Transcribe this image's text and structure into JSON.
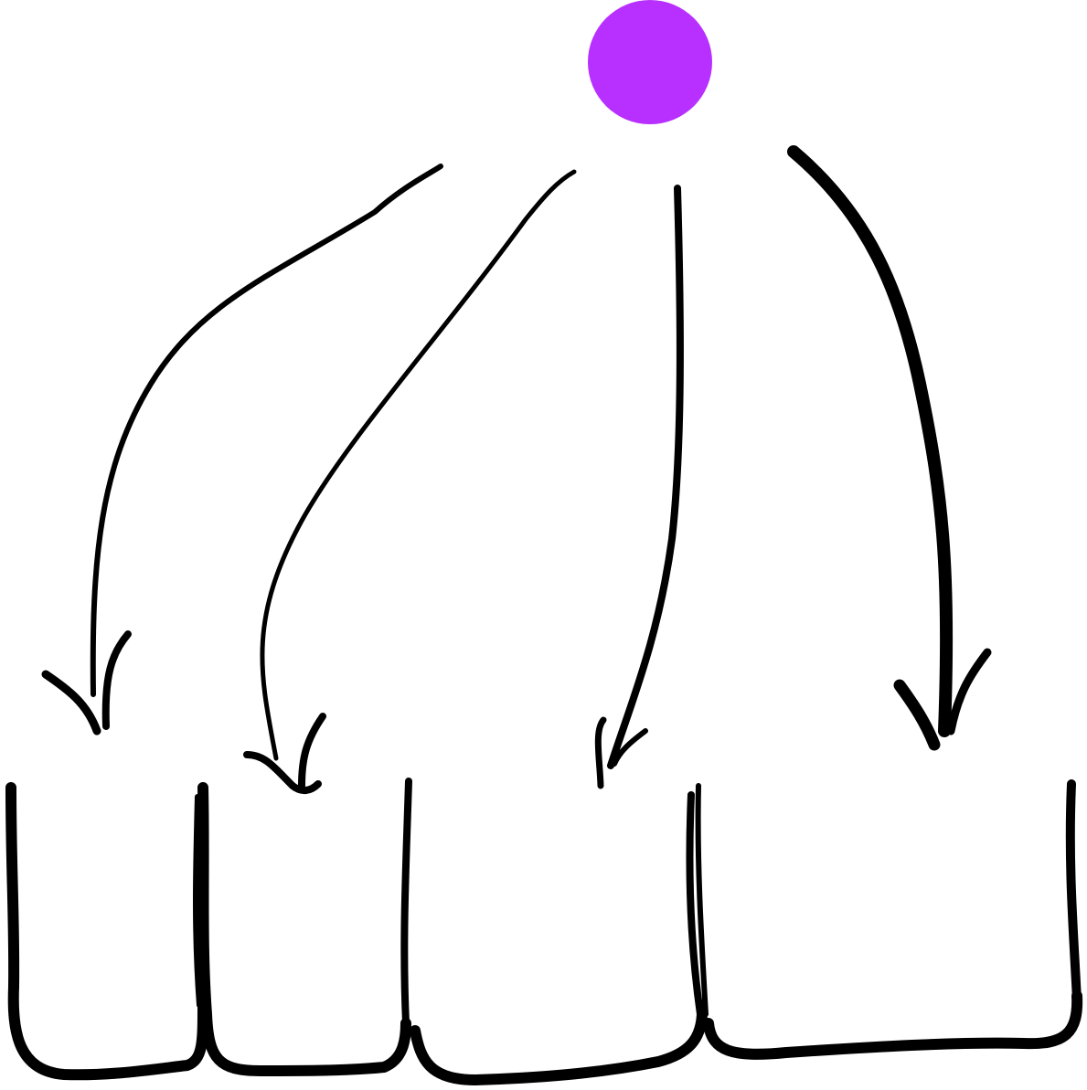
{
  "diagram": {
    "kind": "hand-drawn tree: one source node with four arrows pointing down to four adjacent container boxes",
    "colors": {
      "source_node": "#B830FF",
      "stroke": "#000000",
      "background": "#FFFFFF"
    },
    "source_node": {
      "shape": "circle",
      "label": ""
    },
    "arrows": [
      {
        "from": "source_node",
        "to": "box-1",
        "label": ""
      },
      {
        "from": "source_node",
        "to": "box-2",
        "label": ""
      },
      {
        "from": "source_node",
        "to": "box-3",
        "label": ""
      },
      {
        "from": "source_node",
        "to": "box-4",
        "label": ""
      }
    ],
    "boxes": [
      {
        "id": "box-1",
        "label": ""
      },
      {
        "id": "box-2",
        "label": ""
      },
      {
        "id": "box-3",
        "label": ""
      },
      {
        "id": "box-4",
        "label": ""
      }
    ]
  }
}
